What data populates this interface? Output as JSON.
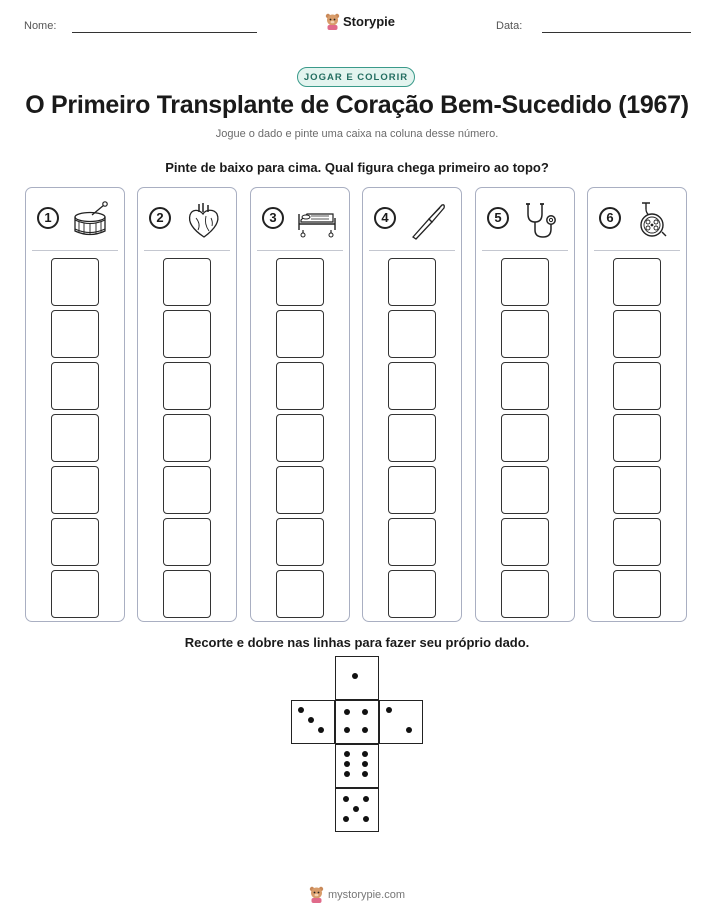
{
  "header": {
    "name_label": "Nome:",
    "date_label": "Data:",
    "brand": "Storypie"
  },
  "badge": "JOGAR E COLORIR",
  "title": "O Primeiro Transplante de Coração Bem-Sucedido (1967)",
  "subtitle": "Jogue o dado e pinte uma caixa na coluna desse número.",
  "instruction": "Pinte de baixo para cima. Qual figura chega primeiro ao topo?",
  "columns": [
    {
      "number": "1",
      "icon": "drum-icon"
    },
    {
      "number": "2",
      "icon": "heart-icon"
    },
    {
      "number": "3",
      "icon": "hospital-bed-icon"
    },
    {
      "number": "4",
      "icon": "scalpel-icon"
    },
    {
      "number": "5",
      "icon": "stethoscope-icon"
    },
    {
      "number": "6",
      "icon": "surgical-lamp-icon"
    }
  ],
  "boxes_per_column": 7,
  "cut_instruction": "Recorte e dobre nas linhas para fazer seu próprio dado.",
  "die_faces": [
    1,
    3,
    4,
    2,
    6,
    5
  ],
  "footer": "mystorypie.com",
  "colors": {
    "badge_border": "#3a9a8a",
    "badge_fill": "#e3f4ef",
    "column_border": "#a9afc2"
  }
}
